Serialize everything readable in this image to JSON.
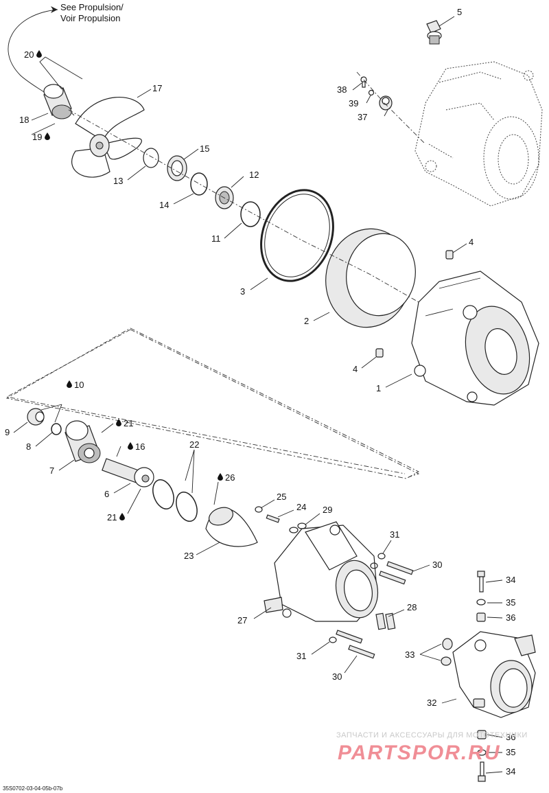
{
  "note": {
    "line1": "See Propulsion/",
    "line2": "Voir Propulsion"
  },
  "drawing_code": "35S0702-03-04-05b-07b",
  "watermark": {
    "line1": "ЗАПЧАСТИ И АКСЕССУАРЫ ДЛЯ МОТОТЕХНИКИ",
    "line2": "PARTSPOR.RU"
  },
  "colors": {
    "line": "#222222",
    "watermark_logo": "#f08e96",
    "watermark_text": "#c8c8c8"
  },
  "icons": {
    "lubricant": "oil-drop-icon"
  },
  "labels": {
    "l1": "1",
    "l2": "2",
    "l3": "3",
    "l4a": "4",
    "l4b": "4",
    "l5": "5",
    "l6": "6",
    "l7": "7",
    "l8": "8",
    "l9": "9",
    "l10": "10",
    "l11": "11",
    "l12": "12",
    "l13": "13",
    "l14": "14",
    "l15": "15",
    "l16": "16",
    "l17": "17",
    "l18": "18",
    "l19": "19",
    "l20": "20",
    "l21a": "21",
    "l21b": "21",
    "l22": "22",
    "l23": "23",
    "l24": "24",
    "l25": "25",
    "l26": "26",
    "l27": "27",
    "l28": "28",
    "l29": "29",
    "l30a": "30",
    "l30b": "30",
    "l31a": "31",
    "l31b": "31",
    "l32": "32",
    "l33": "33",
    "l34a": "34",
    "l34b": "34",
    "l35a": "35",
    "l35b": "35",
    "l36a": "36",
    "l36b": "36",
    "l37": "37",
    "l38": "38",
    "l39": "39"
  }
}
